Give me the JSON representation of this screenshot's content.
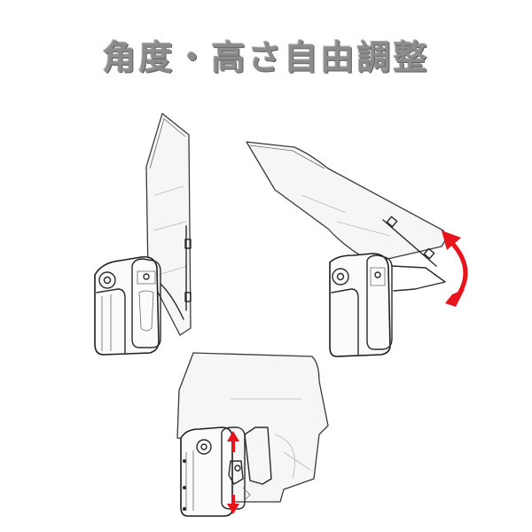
{
  "title": "角度・高さ自由調整",
  "colors": {
    "title": "#8c8c8c",
    "arrow": "#e8141c",
    "line": "#2a2a2a",
    "background": "#ffffff"
  },
  "figures": [
    {
      "id": "upright-view",
      "view": "side, screen upright",
      "arrow": "none"
    },
    {
      "id": "tilted-view",
      "view": "side, screen tilted",
      "arrow": "curved-double-arrow"
    },
    {
      "id": "front-view",
      "view": "front, height adjust",
      "arrow": "vertical-double-arrow"
    }
  ]
}
